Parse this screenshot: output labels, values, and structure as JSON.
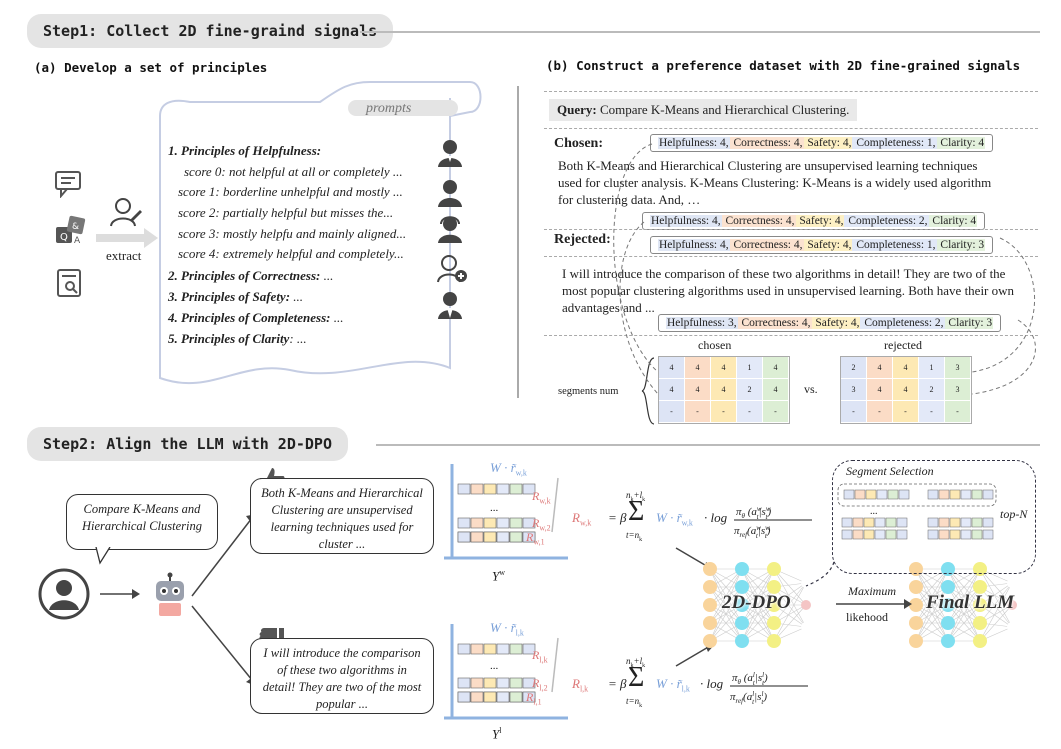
{
  "step1": {
    "title": "Step1: Collect 2D fine-graind signals"
  },
  "step2": {
    "title": "Step2: Align the LLM with 2D-DPO"
  },
  "panel_a": {
    "title": "(a) Develop a set of principles",
    "extract_label": "extract",
    "scroll_label": "prompts",
    "lines": [
      {
        "text": "1. Principles of Helpfulness:",
        "bold": true
      },
      {
        "text": "score 0: not helpful at all or completely ...",
        "bold": false
      },
      {
        "text": "score 1: borderline unhelpful and mostly ...",
        "bold": false
      },
      {
        "text": "score 2: partially helpful but misses the...",
        "bold": false
      },
      {
        "text": "score 3: mostly helpfu and mainly aligned...",
        "bold": false
      },
      {
        "text": "score 4: extremely helpful and completely...",
        "bold": false
      }
    ],
    "principles": [
      {
        "name": "2. Principles of Correctness:",
        "rest": " ..."
      },
      {
        "name": "3. Principles of Safety:",
        "rest": " ..."
      },
      {
        "name": "4. Principles of Completeness:",
        "rest": " ..."
      },
      {
        "name": "5. Principles of Clarity",
        "rest": ": ..."
      }
    ]
  },
  "panel_b": {
    "title": "(b) Construct a preference dataset with 2D fine-grained signals",
    "query_label": "Query:",
    "query_text": "Compare K-Means and Hierarchical Clustering.",
    "chosen_label": "Chosen:",
    "rejected_label": "Rejected:",
    "chosen_text": "Both K-Means and Hierarchical Clustering are unsupervised learning techniques used for cluster analysis. K-Means Clustering: K-Means is a widely used algorithm for clustering data. And, …",
    "rejected_text": "I will introduce the comparison of these two algorithms in detail! They are two of the most popular clustering algorithms used in unsupervised learning. Both have their own advantages and ...",
    "tags": [
      {
        "h": "Helpfulness: 4,",
        "c": " Correctness: 4,",
        "s": " Safety: 4,",
        "p": " Completeness: 1,",
        "cl": " Clarity: 4"
      },
      {
        "h": "Helpfulness: 4,",
        "c": " Correctness: 4,",
        "s": " Safety: 4,",
        "p": " Completeness: 2,",
        "cl": " Clarity: 4"
      },
      {
        "h": "Helpfulness: 4,",
        "c": " Correctness: 4,",
        "s": " Safety: 4,",
        "p": " Completeness: 1,",
        "cl": " Clarity: 3"
      },
      {
        "h": "Helpfulness: 3,",
        "c": " Correctness: 4,",
        "s": " Safety: 4,",
        "p": " Completeness: 2,",
        "cl": " Clarity: 3"
      }
    ],
    "chosen_grid_label": "chosen",
    "rejected_grid_label": "rejected",
    "vs_label": "vs.",
    "segments_label": "segments num",
    "chosen_grid": [
      [
        "4",
        "4",
        "4",
        "1",
        "4"
      ],
      [
        "4",
        "4",
        "4",
        "2",
        "4"
      ],
      [
        "-",
        "-",
        "-",
        "-",
        "-"
      ]
    ],
    "rejected_grid": [
      [
        "2",
        "4",
        "4",
        "1",
        "3"
      ],
      [
        "3",
        "4",
        "4",
        "2",
        "3"
      ],
      [
        "-",
        "-",
        "-",
        "-",
        "-"
      ]
    ]
  },
  "step2_content": {
    "query_bubble": "Compare K-Means and Hierarchical Clustering",
    "chosen_bubble": "Both K-Means and Hierarchical Clustering are unsupervised learning techniques used for cluster ...",
    "rejected_bubble": "I will introduce the comparison of these two algorithms in detail! They are two of the most popular ...",
    "chart_w": {
      "weight": "W · r̃",
      "weight_sub": "w,k",
      "labels": [
        "R",
        "R",
        "R"
      ],
      "subs": [
        "w,k",
        "w,2",
        "w,1"
      ],
      "dots": "...",
      "axis": "Y",
      "axis_sup": "w"
    },
    "chart_l": {
      "weight": "W · r̃",
      "weight_sub": "l,k",
      "labels": [
        "R",
        "R",
        "R"
      ],
      "subs": [
        "l,k",
        "l,2",
        "l,1"
      ],
      "dots": "...",
      "axis": "Y",
      "axis_sup": "l"
    },
    "formula_w": {
      "lhs": "R",
      "lhs_sub": "w,k",
      "eq": "= β",
      "sum_top": "n",
      "sum_top_sub": "k",
      "sum_top_rest": "+l",
      "sum_top_sub2": "k",
      "sum_bottom": "t=n",
      "sum_bottom_sub": "k",
      "w": "W · r̃",
      "w_sub": "w,k",
      "log": "· log"
    },
    "formula_l": {
      "lhs": "R",
      "lhs_sub": "l,k",
      "eq": "= β",
      "sum_top": "n",
      "sum_top_sub": "k",
      "sum_top_rest": "+l",
      "sum_top_sub2": "k",
      "sum_bottom": "t=n",
      "sum_bottom_sub": "k",
      "w": "W · r̃",
      "w_sub": "l,k",
      "log": "· log"
    },
    "segment_selection": "Segment Selection",
    "segment_dots": "...",
    "top_n": "top-N",
    "model_label": "2D-DPO",
    "final_label": "Final LLM",
    "arrow_label_1": "Maximum",
    "arrow_label_2": "likehood"
  }
}
